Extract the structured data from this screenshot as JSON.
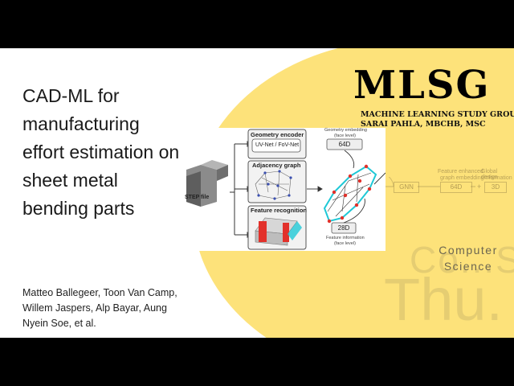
{
  "title": "CAD-ML for manufacturing effort estimation on sheet metal bending parts",
  "authors": "Matteo Ballegeer, Toon Van Camp, Willem Jaspers, Alp Bayar, Aung Nyein Soe, et al.",
  "logo": {
    "name": "MLSG",
    "subtitle": "MACHINE LEARNING STUDY GROUP",
    "presenter": "SARAI PAHLA, MBCHB, MSC"
  },
  "corner": {
    "line1": "Computer",
    "line2": "Science"
  },
  "watermark": {
    "line1": "Co...S",
    "line2": "Thu."
  },
  "diagram": {
    "step_label": "STEP file",
    "geometry_encoder": "Geometry encoder",
    "uvnet": "UV-Net / FoV-Net",
    "adjacency_graph": "Adjacency graph",
    "feature_recognition": "Feature recognition",
    "geometry_embedding": "Geometry embedding",
    "face_level_1": "(face level)",
    "dim_64": "64D",
    "dim_28": "28D",
    "feature_information": "Feature information",
    "face_level_2": "(face level)",
    "gnn": "GNN",
    "feature_enhanced": "Feature enhanced",
    "graph_embedding": "graph embedding",
    "dim_64_out": "64D",
    "plus": "+",
    "global_design": "Global design",
    "information": "information",
    "dim_3": "3D"
  },
  "colors": {
    "yellow": "#fde27a",
    "accent_red": "#e2312b",
    "accent_cyan": "#1ec8d6"
  }
}
